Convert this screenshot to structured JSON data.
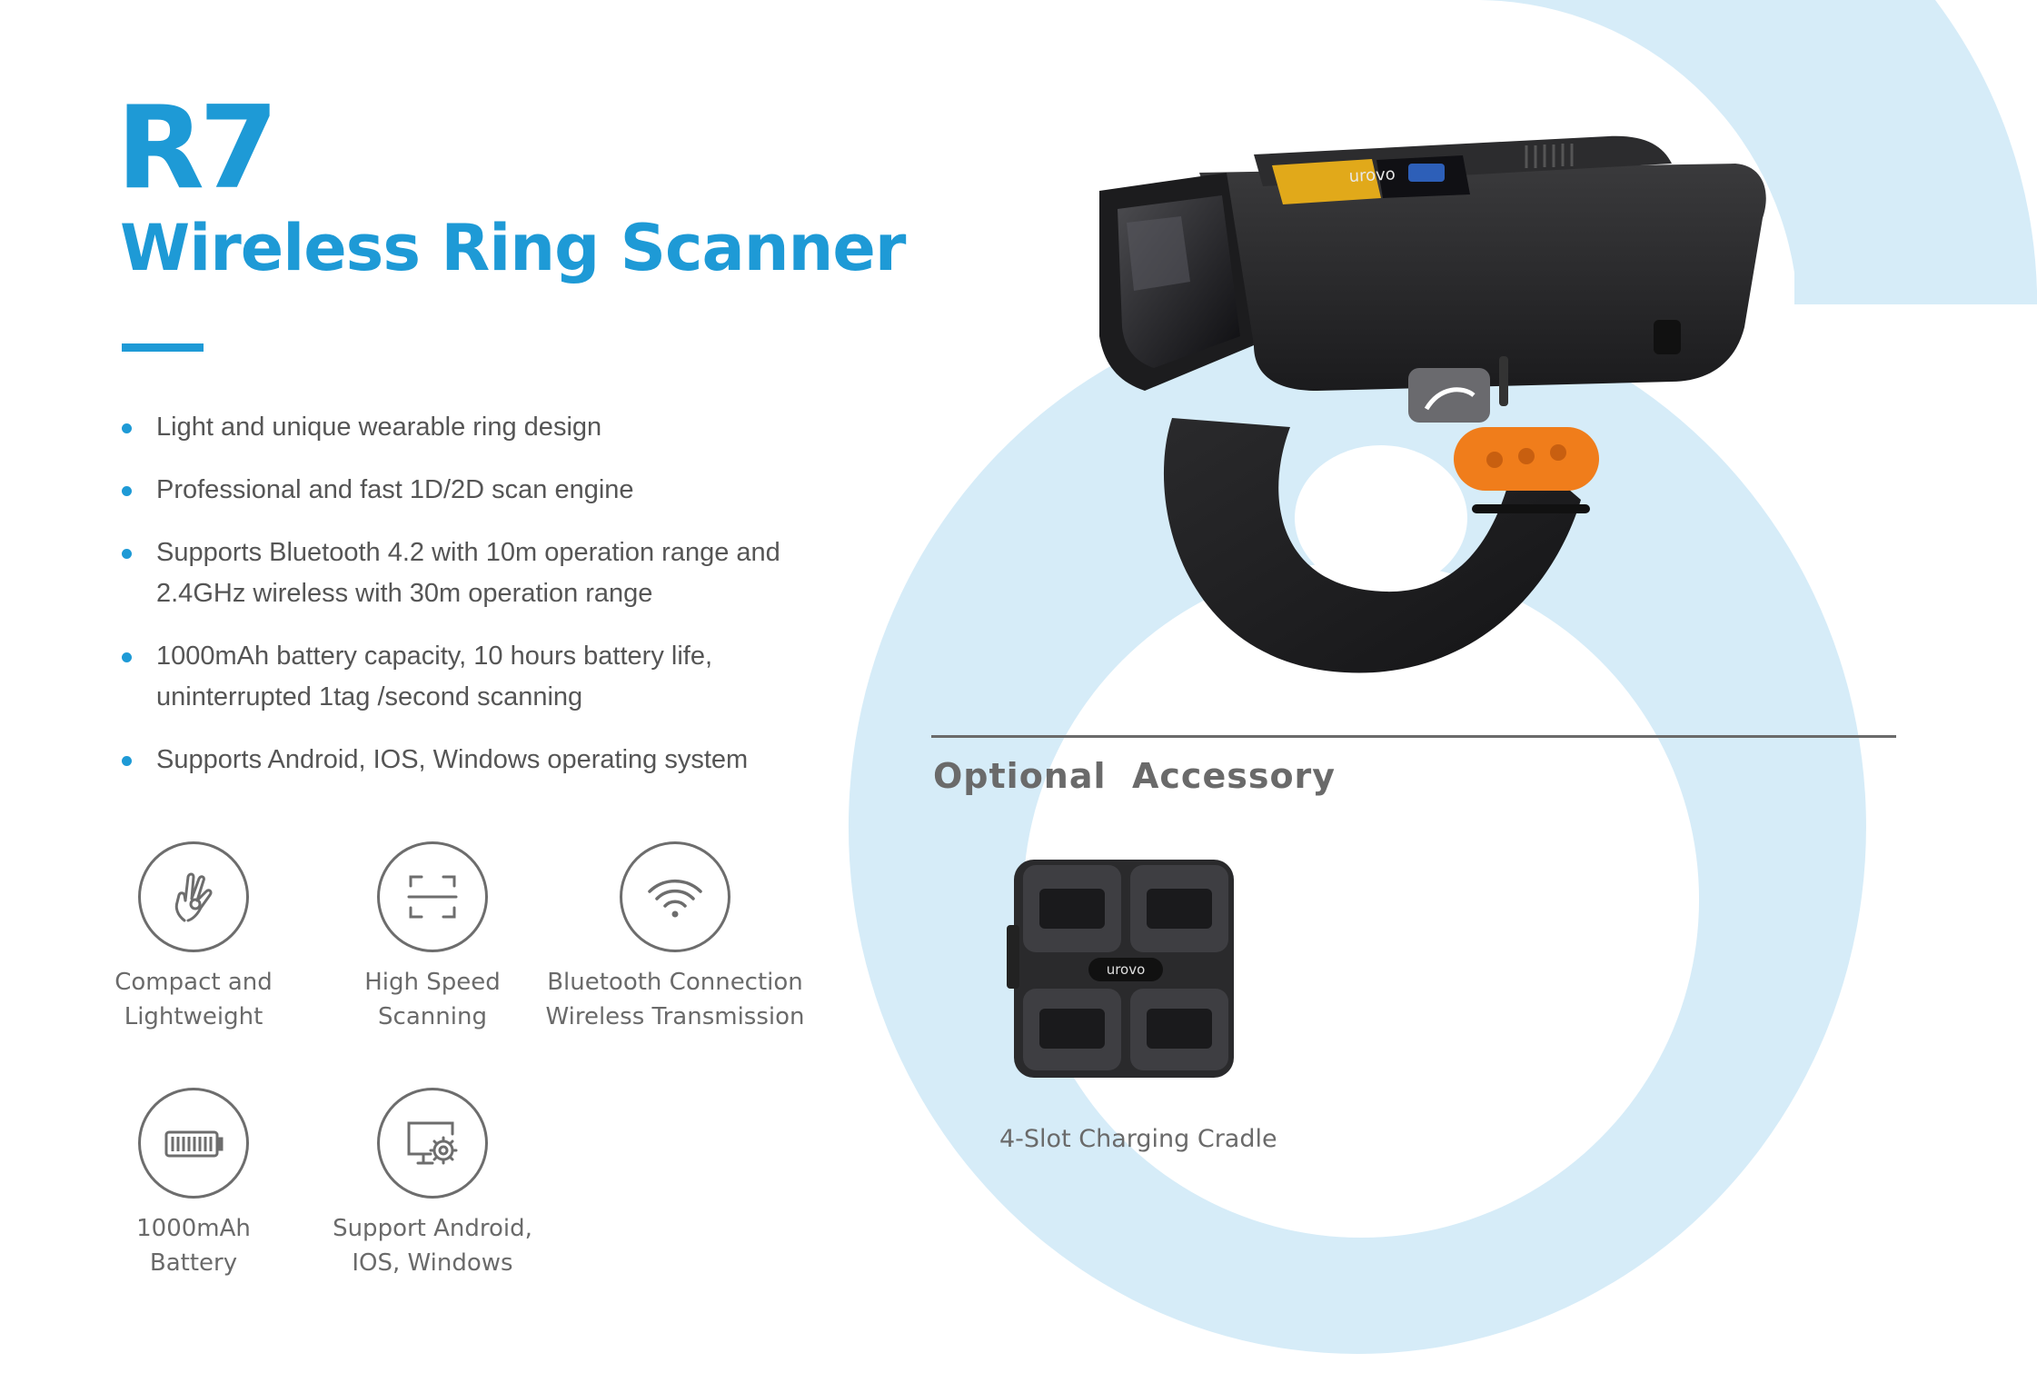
{
  "header": {
    "model": "R7",
    "subtitle": "Wireless Ring Scanner"
  },
  "features": [
    "Light and unique wearable ring design",
    "Professional and fast 1D/2D scan engine",
    "Supports Bluetooth 4.2 with 10m operation range and 2.4GHz wireless with 30m operation range",
    "1000mAh battery capacity, 10 hours battery life, uninterrupted 1tag /second scanning",
    "Supports Android, IOS, Windows operating system"
  ],
  "icons": [
    {
      "icon": "hand-icon",
      "caption": "Compact and\nLightweight"
    },
    {
      "icon": "scan-frame-icon",
      "caption": "High Speed\nScanning"
    },
    {
      "icon": "wifi-icon",
      "caption": "Bluetooth Connection\nWireless Transmission"
    },
    {
      "icon": "battery-icon",
      "caption": "1000mAh\nBattery"
    },
    {
      "icon": "monitor-gear-icon",
      "caption": "Support Android,\nIOS, Windows"
    }
  ],
  "accessory": {
    "title": "Optional  Accessory",
    "item_caption": "4-Slot Charging Cradle",
    "brand_label": "urovo"
  },
  "product_screen_text": "urovo",
  "colors": {
    "accent": "#1e9ad6",
    "decor_light_blue": "#d6ecf8",
    "trigger_orange": "#f07d1b"
  }
}
